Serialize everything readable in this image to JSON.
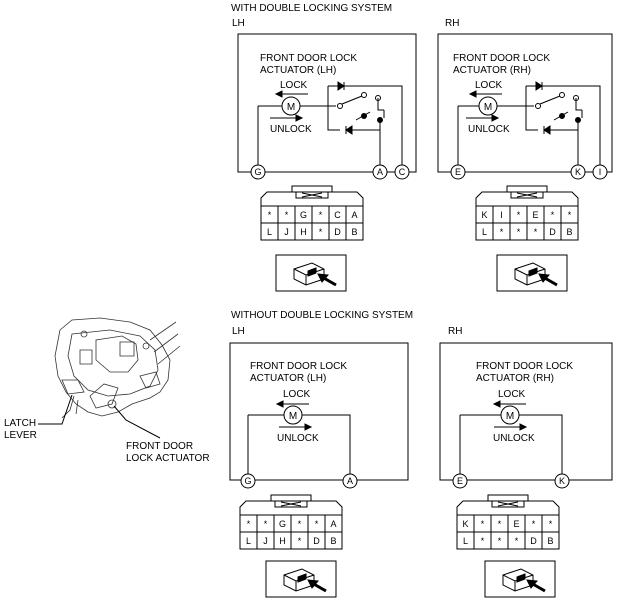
{
  "sections": {
    "with_double": "WITH DOUBLE LOCKING SYSTEM",
    "without_double": "WITHOUT DOUBLE LOCKING SYSTEM"
  },
  "side_labels": {
    "lh": "LH",
    "rh": "RH"
  },
  "actuator_lh": {
    "line1": "FRONT DOOR LOCK",
    "line2": "ACTUATOR (LH)"
  },
  "actuator_rh": {
    "line1": "FRONT DOOR LOCK",
    "line2": "ACTUATOR (RH)"
  },
  "lock_label": "LOCK",
  "unlock_label": "UNLOCK",
  "motor_symbol": "M",
  "terminals": {
    "with_lh": [
      "G",
      "A",
      "C"
    ],
    "with_rh": [
      "E",
      "K",
      "I"
    ],
    "without_lh": [
      "G",
      "A"
    ],
    "without_rh": [
      "E",
      "K"
    ]
  },
  "connectors": {
    "lh": {
      "top": [
        "*",
        "*",
        "G",
        "*",
        "C",
        "A"
      ],
      "bottom": [
        "L",
        "J",
        "H",
        "*",
        "D",
        "B"
      ]
    },
    "rh": {
      "top": [
        "K",
        "I",
        "*",
        "E",
        "*",
        "*"
      ],
      "bottom": [
        "L",
        "*",
        "*",
        "*",
        "D",
        "B"
      ]
    },
    "lh2": {
      "top": [
        "*",
        "*",
        "G",
        "*",
        "*",
        "A"
      ],
      "bottom": [
        "L",
        "J",
        "H",
        "*",
        "D",
        "B"
      ]
    },
    "rh2": {
      "top": [
        "K",
        "*",
        "*",
        "E",
        "*",
        "*"
      ],
      "bottom": [
        "L",
        "*",
        "*",
        "*",
        "D",
        "B"
      ]
    }
  },
  "callouts": {
    "latch_1": "LATCH",
    "latch_2": "LEVER",
    "actuator_1": "FRONT DOOR",
    "actuator_2": "LOCK ACTUATOR"
  },
  "icons": [
    "motor-icon",
    "diode-icon",
    "switch-icon",
    "connector-view-icon",
    "door-latch-illustration"
  ]
}
